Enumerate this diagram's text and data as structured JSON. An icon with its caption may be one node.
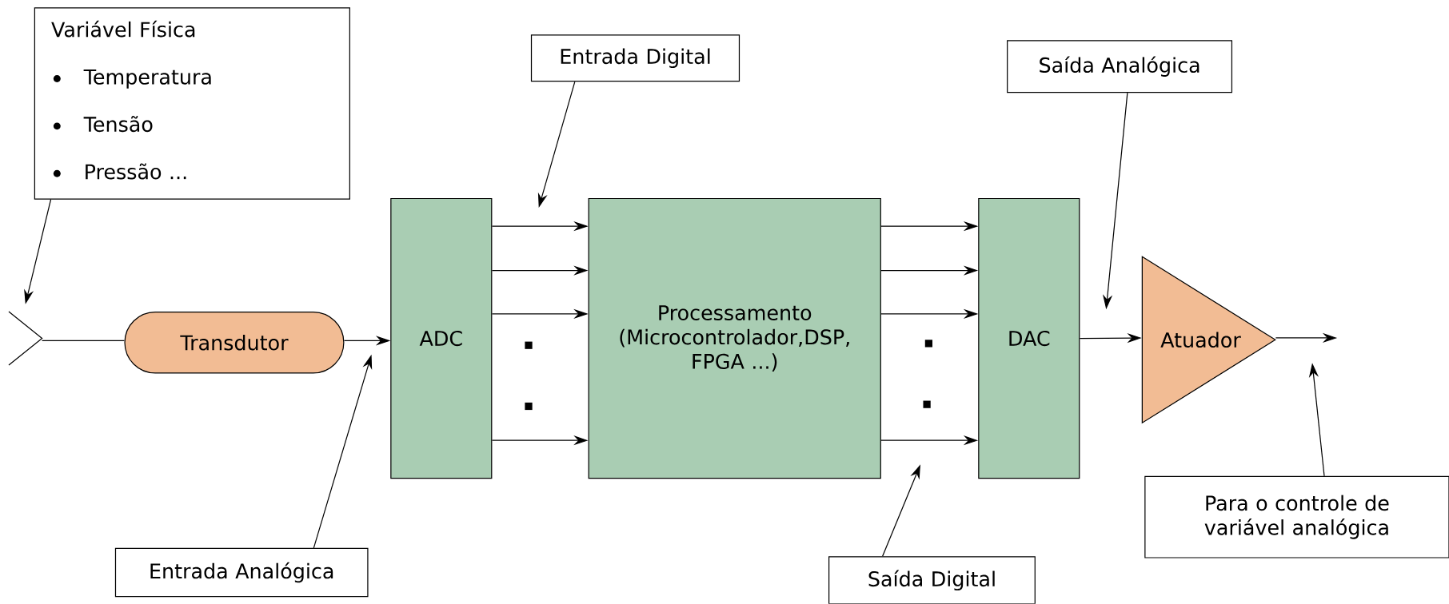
{
  "diagram": {
    "nodes": [
      {
        "text": [
          "Variável Física",
          "Temperatura",
          "Tensão",
          "Pressão ..."
        ]
      },
      {
        "text": [],
        "shape": "picture"
      },
      {
        "text": [
          "Transdutor"
        ]
      },
      {
        "text": [
          "ADC"
        ]
      },
      {
        "text": [
          "Processamento (Microcontrolador,DSP, FPGA ...)"
        ]
      },
      {
        "text": [
          "DAC"
        ]
      },
      {
        "text": [
          "Atuador"
        ]
      },
      {
        "text": [
          "Entrada Digital"
        ]
      },
      {
        "text": [
          "Saída Analógica"
        ]
      },
      {
        "text": [
          "Entrada Analógica"
        ]
      },
      {
        "text": [
          "Saída Digital"
        ]
      },
      {
        "text": [
          "Para o controle de variável analógica"
        ]
      }
    ],
    "edges": [
      {
        "from": 0,
        "to": 1,
        "arrow": "to"
      },
      {
        "from": 1,
        "to": 2,
        "arrow": "none"
      },
      {
        "from": 2,
        "to": 3,
        "arrow": "to"
      },
      {
        "from": 3,
        "to": 4,
        "arrow": "to"
      },
      {
        "from": 3,
        "to": 4,
        "arrow": "to"
      },
      {
        "from": 3,
        "to": 4,
        "arrow": "to"
      },
      {
        "from": 3,
        "to": 4,
        "arrow": "to"
      },
      {
        "from": 4,
        "to": 5,
        "arrow": "to"
      },
      {
        "from": 4,
        "to": 5,
        "arrow": "to"
      },
      {
        "from": 4,
        "to": 5,
        "arrow": "to"
      },
      {
        "from": 4,
        "to": 5,
        "arrow": "to"
      },
      {
        "from": 5,
        "to": 6,
        "arrow": "to"
      },
      {
        "from": 6,
        "to": null,
        "arrow": "to"
      },
      {
        "from": 7,
        "to": null,
        "arrow": "to"
      },
      {
        "from": 8,
        "to": null,
        "arrow": "to"
      },
      {
        "from": 9,
        "to": null,
        "arrow": "to"
      },
      {
        "from": 10,
        "to": null,
        "arrow": "to"
      },
      {
        "from": 11,
        "to": null,
        "arrow": "to"
      }
    ]
  }
}
